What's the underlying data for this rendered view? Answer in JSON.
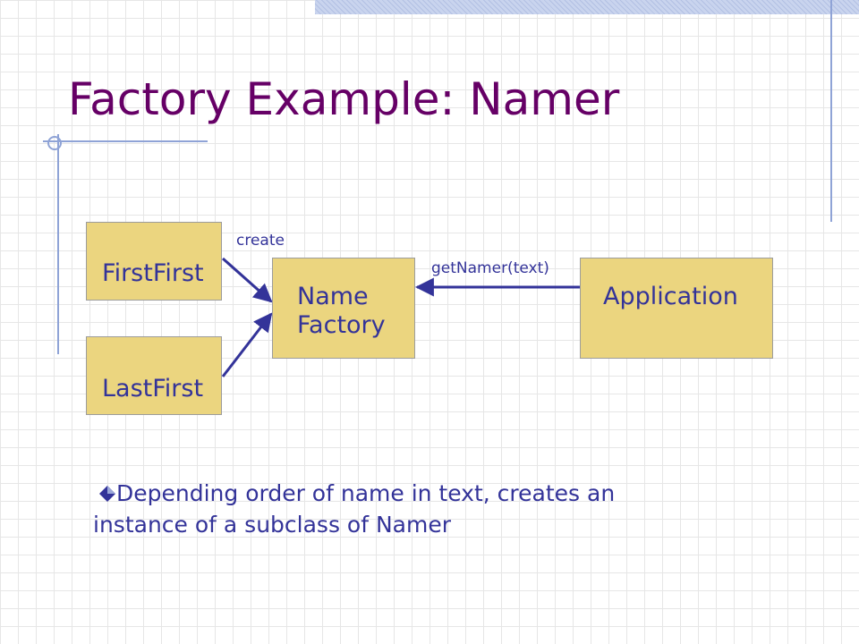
{
  "slide": {
    "title": "Factory Example: Namer",
    "accent_color": "#660066",
    "text_color": "#333399"
  },
  "diagram": {
    "nodes": {
      "firstfirst": "FirstFirst",
      "lastfirst": "LastFirst",
      "namefactory": "Name Factory",
      "application": "Application"
    },
    "edge_labels": {
      "create": "create",
      "getnamer": "getNamer(text)"
    },
    "box_color": "#ebd57f",
    "arrow_color": "#333399"
  },
  "bullets": [
    "Depending order of name in text, creates an instance of a subclass of Namer"
  ]
}
